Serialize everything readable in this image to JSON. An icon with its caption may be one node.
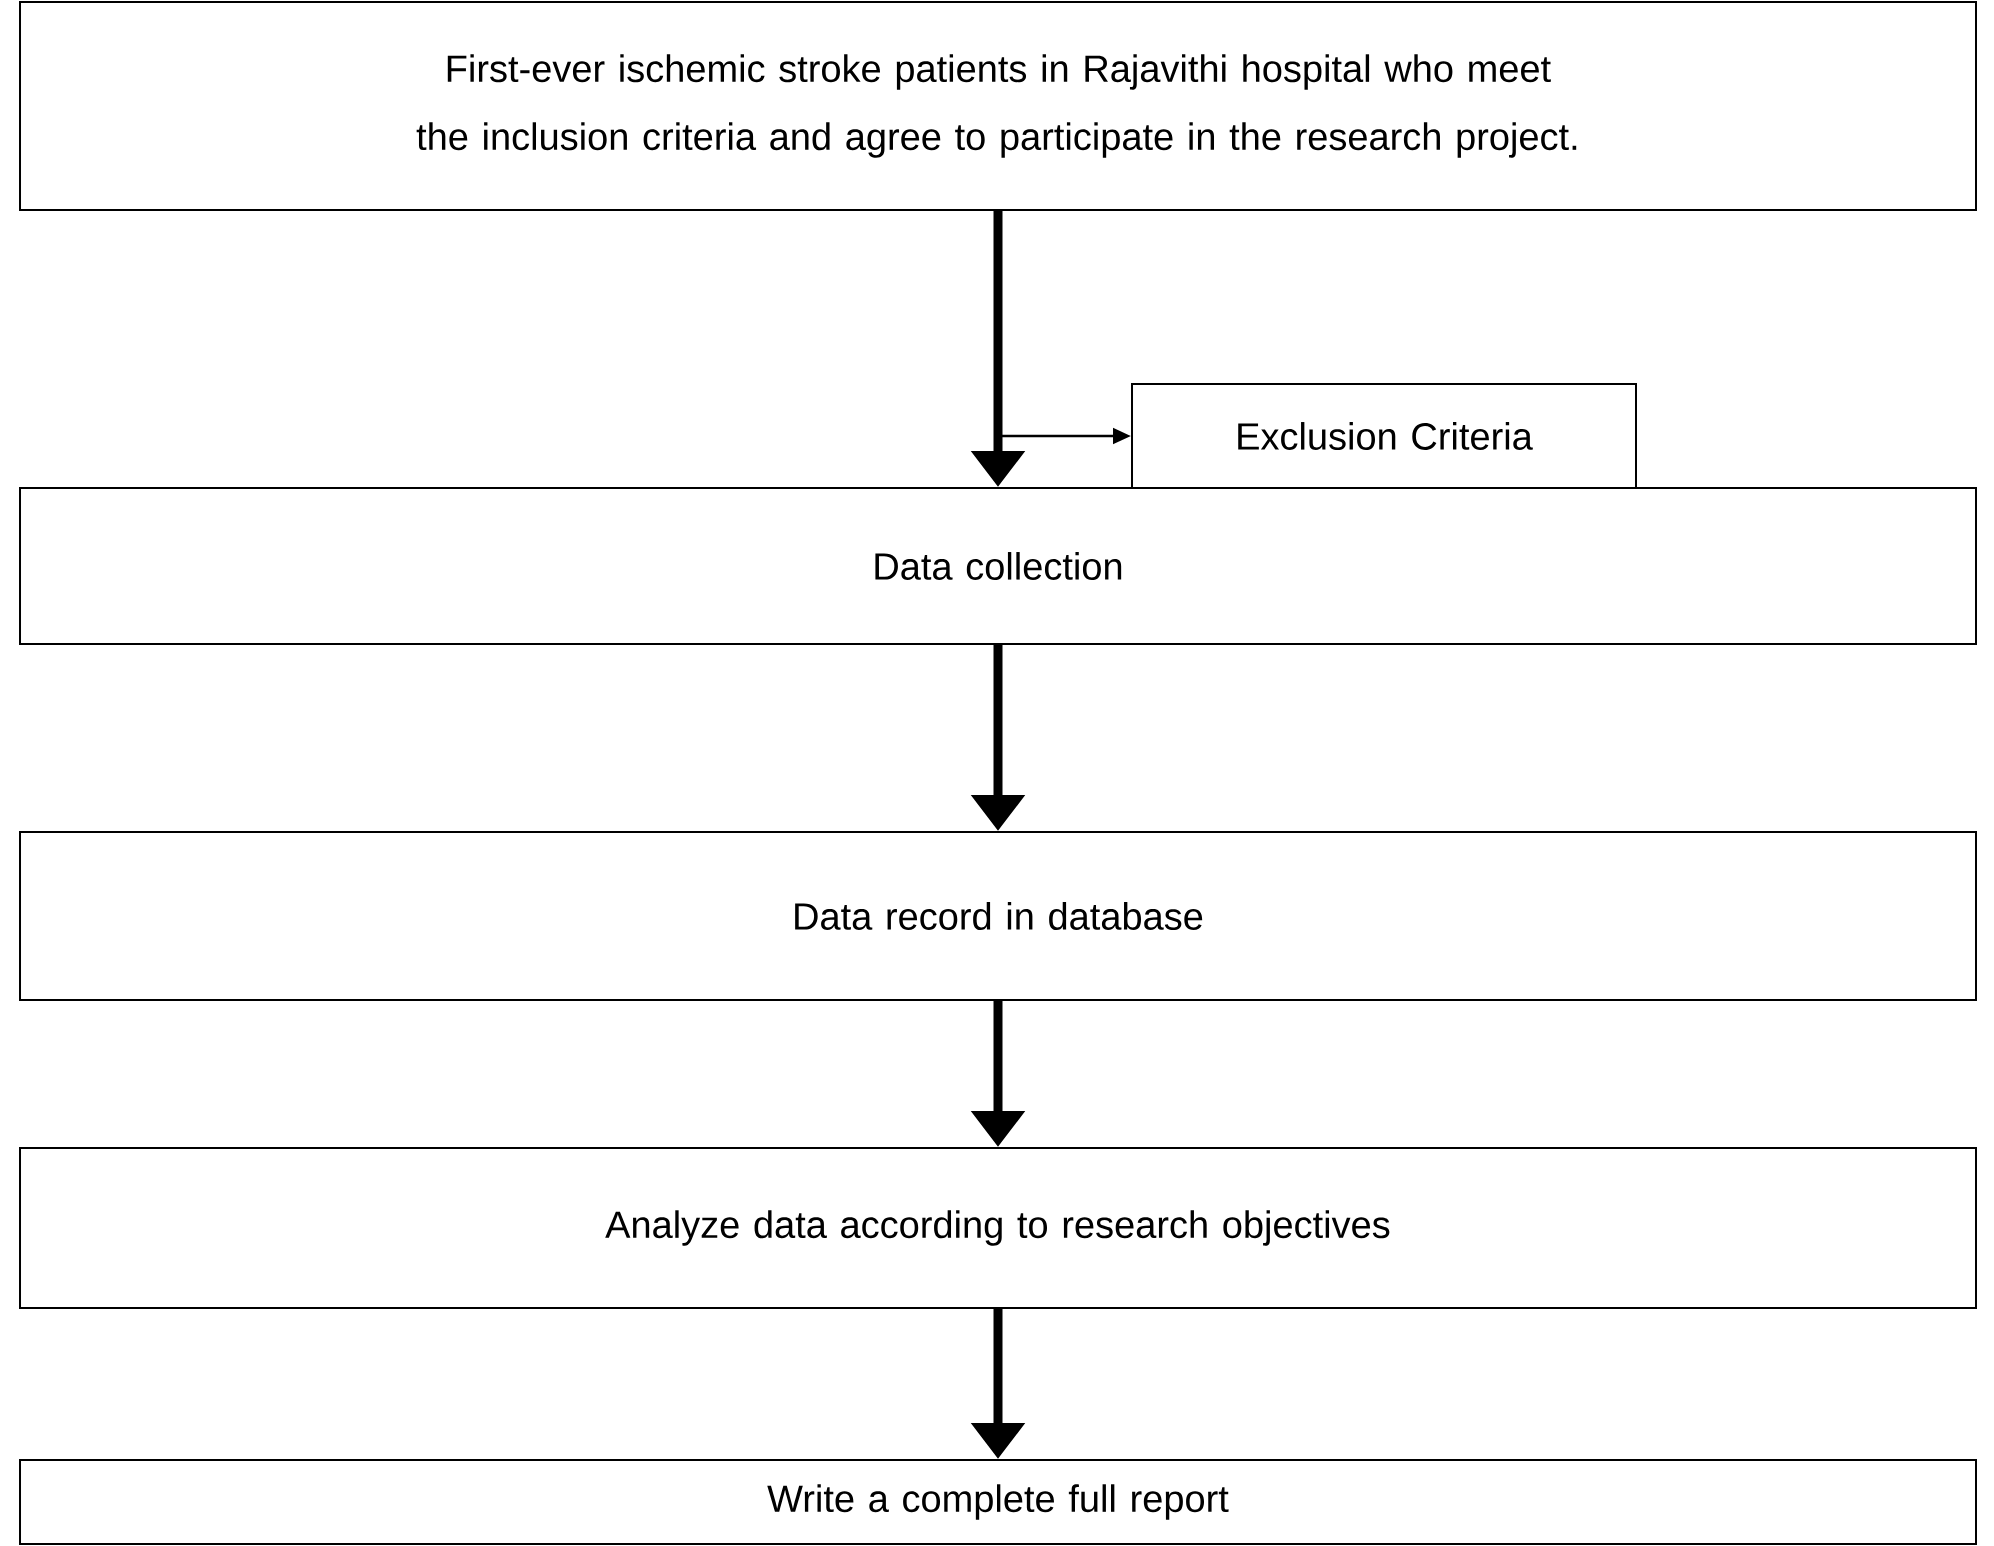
{
  "diagram": {
    "nodes": [
      {
        "text": [
          "First-ever ischemic stroke patients in Rajavithi hospital who meet the inclusion criteria and agree to participate in the research project."
        ]
      },
      {
        "text": [
          "Exclusion Criteria"
        ]
      },
      {
        "text": [
          "Data collection"
        ]
      },
      {
        "text": [
          "Data record in database"
        ]
      },
      {
        "text": [
          "Analyze data according to research objectives"
        ]
      },
      {
        "text": [
          "Write a complete full report"
        ]
      }
    ],
    "edges": [
      {
        "from": 0,
        "to": 1,
        "arrow": "to"
      },
      {
        "from": 0,
        "to": 2,
        "arrow": "to"
      },
      {
        "from": 2,
        "to": 3,
        "arrow": "to"
      },
      {
        "from": 3,
        "to": 4,
        "arrow": "to"
      },
      {
        "from": 4,
        "to": 5,
        "arrow": "to"
      }
    ]
  }
}
